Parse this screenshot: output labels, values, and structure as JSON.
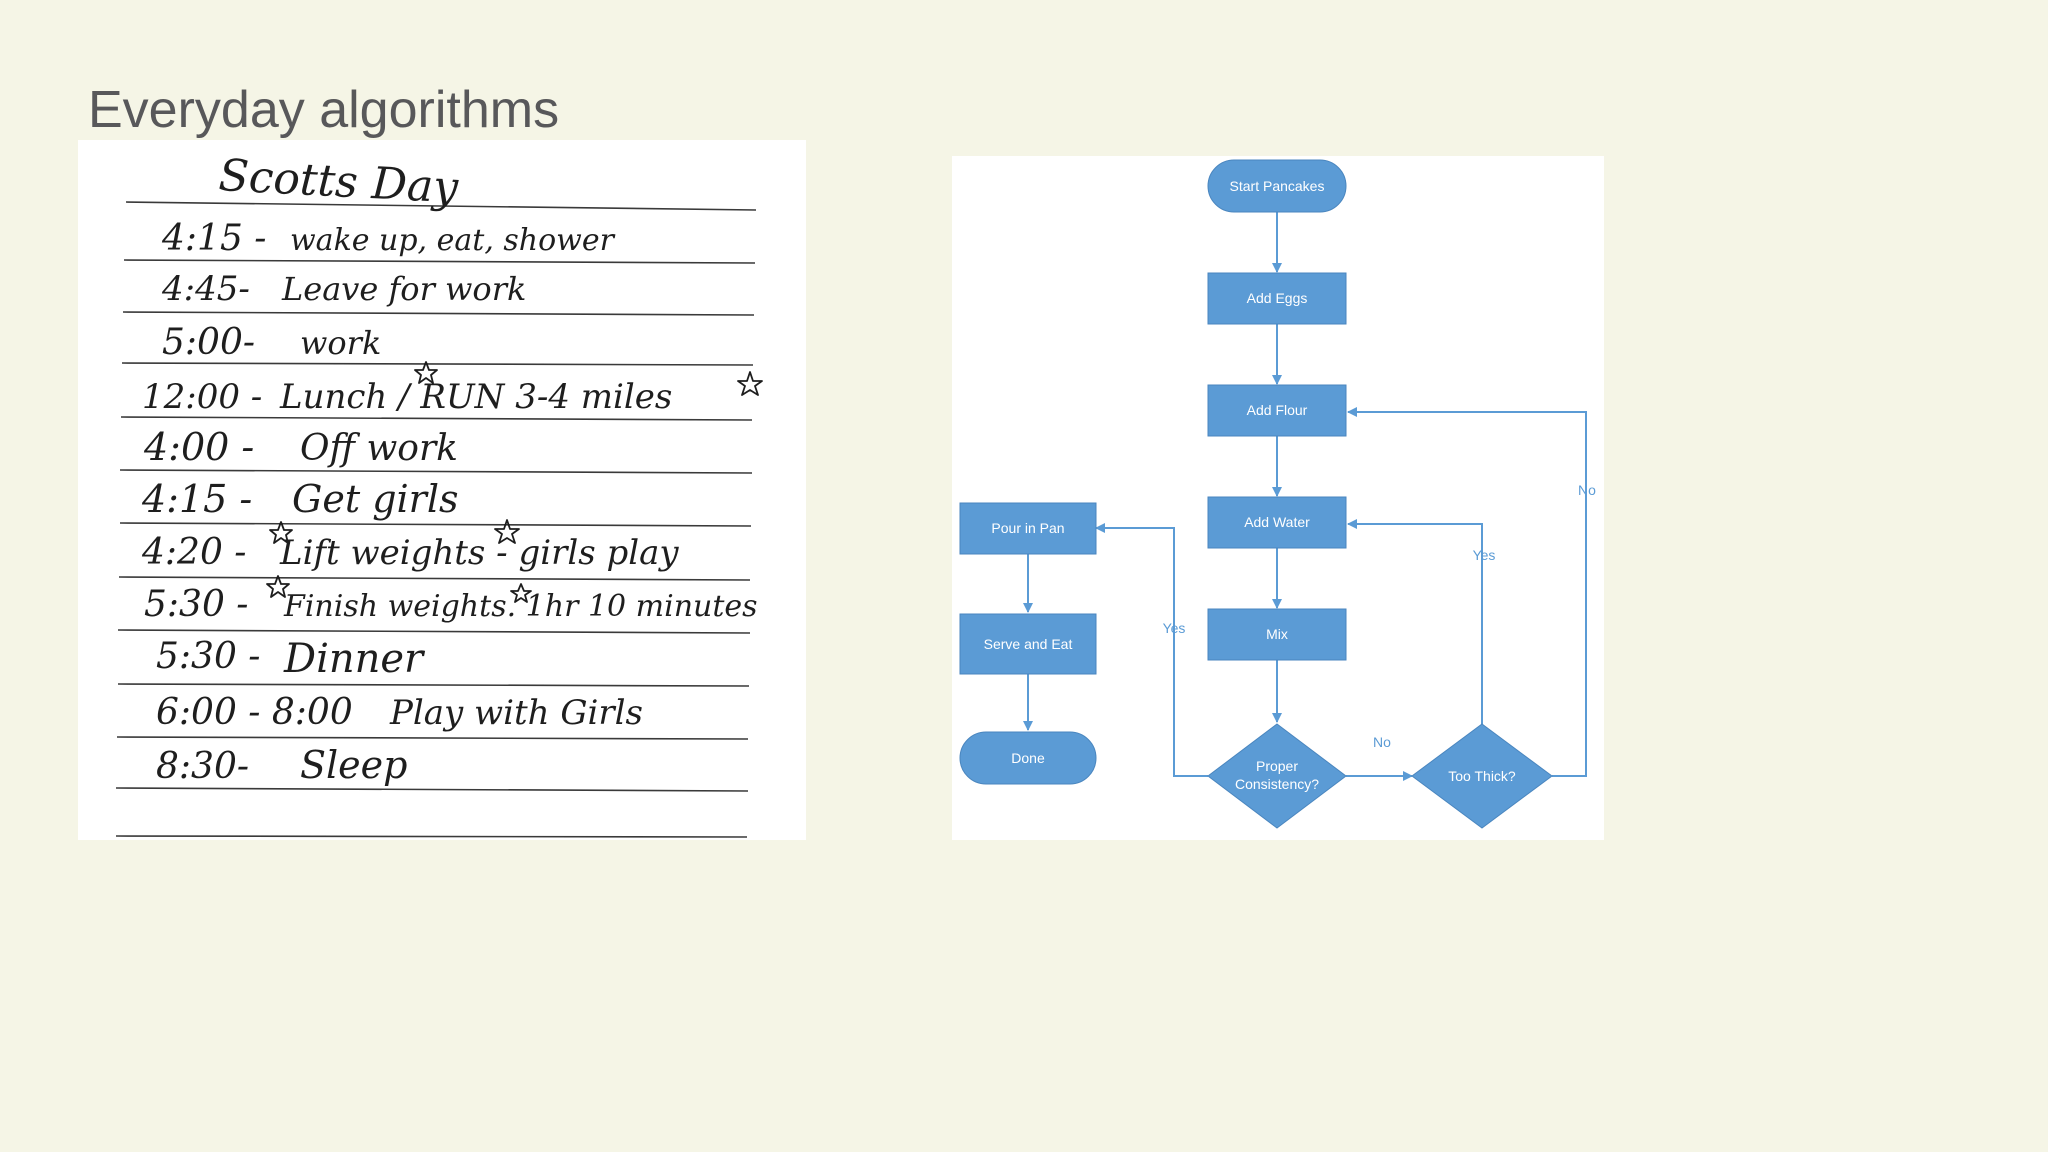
{
  "slide": {
    "title": "Everyday algorithms"
  },
  "notes": {
    "heading": "Scotts Day",
    "entries": [
      {
        "time": "4:15 -",
        "text": "wake up, eat, shower"
      },
      {
        "time": "4:45-",
        "text": "Leave for work"
      },
      {
        "time": "5:00-",
        "text": "work"
      },
      {
        "time": "12:00 -",
        "text": "Lunch / RUN 3-4 miles"
      },
      {
        "time": "4:00 -",
        "text": "Off work"
      },
      {
        "time": "4:15 -",
        "text": "Get girls"
      },
      {
        "time": "4:20 -",
        "text": "Lift weights - girls play"
      },
      {
        "time": "5:30 -",
        "text": "Finish weights. 1hr 10 minutes"
      },
      {
        "time": "5:30 -",
        "text": "Dinner"
      },
      {
        "time": "6:00 - 8:00",
        "text": "Play with Girls"
      },
      {
        "time": "8:30-",
        "text": "Sleep"
      }
    ]
  },
  "flowchart": {
    "nodes": {
      "start": "Start Pancakes",
      "add_eggs": "Add Eggs",
      "add_flour": "Add Flour",
      "add_water": "Add Water",
      "mix": "Mix",
      "proper_line1": "Proper",
      "proper_line2": "Consistency?",
      "too_thick": "Too Thick?",
      "pour": "Pour in Pan",
      "serve": "Serve and Eat",
      "done": "Done"
    },
    "edge_labels": {
      "proper_yes": "Yes",
      "proper_no": "No",
      "thick_yes": "Yes",
      "thick_no": "No"
    },
    "colors": {
      "node": "#5b9bd5",
      "text": "#ffffff",
      "edge": "#5b9bd5"
    }
  }
}
